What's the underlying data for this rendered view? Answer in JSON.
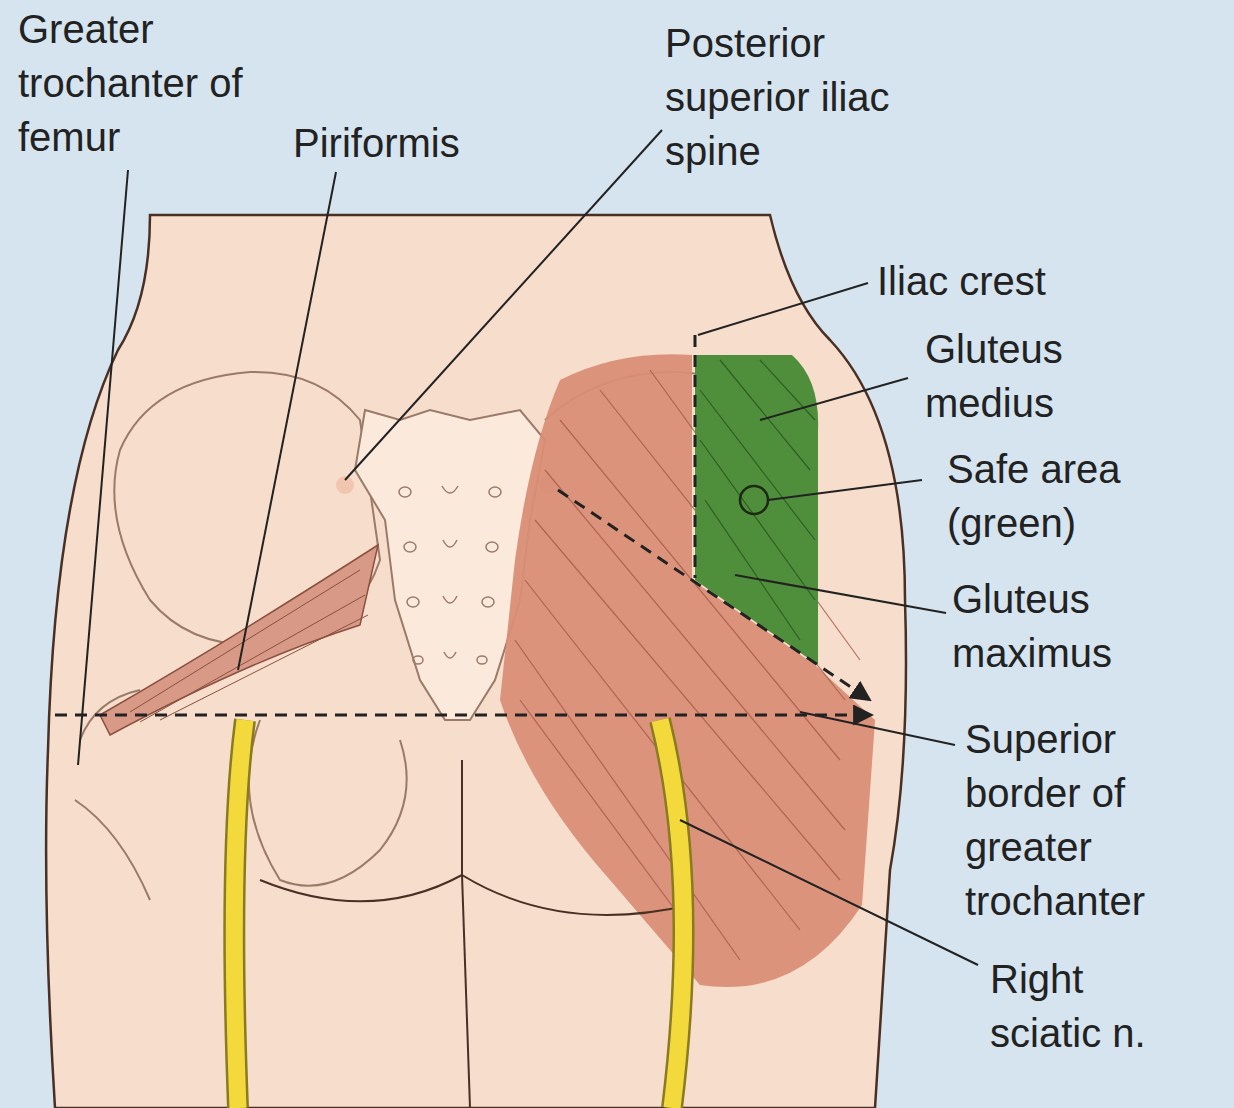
{
  "diagram": {
    "labels": [
      "Greater trochanter of femur",
      "Piriformis",
      "Posterior superior iliac spine",
      "Iliac crest",
      "Gluteus medius",
      "Safe area (green)",
      "Gluteus maximus",
      "Superior border of greater trochanter",
      "Right sciatic n."
    ]
  }
}
